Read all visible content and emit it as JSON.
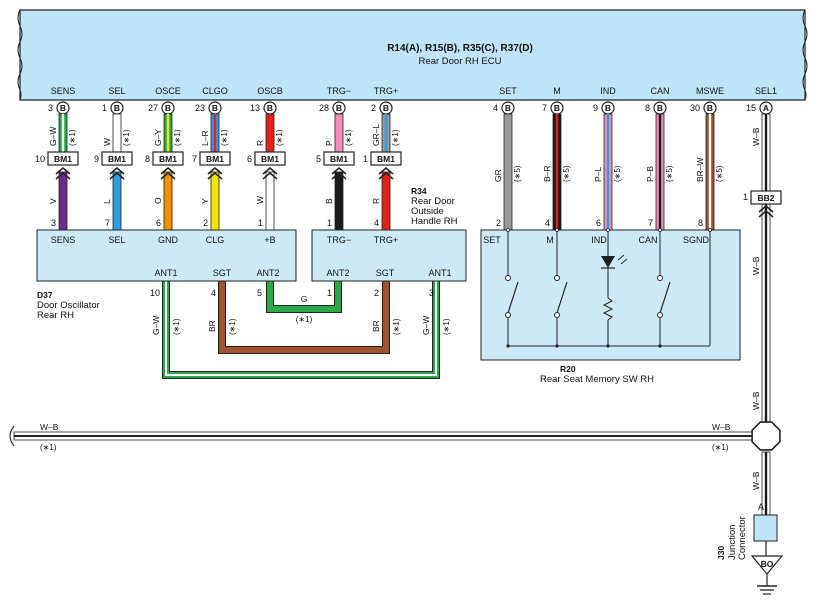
{
  "ecu": {
    "codes": "R14(A), R15(B), R35(C), R37(D)",
    "name": "Rear Door RH ECU",
    "terminals": [
      {
        "id": "sens",
        "label": "SENS",
        "pin": "3",
        "conn": "B"
      },
      {
        "id": "sel",
        "label": "SEL",
        "pin": "1",
        "conn": "B"
      },
      {
        "id": "osce",
        "label": "OSCE",
        "pin": "27",
        "conn": "B"
      },
      {
        "id": "clgo",
        "label": "CLGO",
        "pin": "23",
        "conn": "B"
      },
      {
        "id": "oscb",
        "label": "OSCB",
        "pin": "13",
        "conn": "B"
      },
      {
        "id": "trgm",
        "label": "TRG−",
        "pin": "28",
        "conn": "B"
      },
      {
        "id": "trgp",
        "label": "TRG+",
        "pin": "2",
        "conn": "B"
      },
      {
        "id": "set",
        "label": "SET",
        "pin": "4",
        "conn": "B"
      },
      {
        "id": "m",
        "label": "M",
        "pin": "7",
        "conn": "B"
      },
      {
        "id": "ind",
        "label": "IND",
        "pin": "9",
        "conn": "B"
      },
      {
        "id": "can",
        "label": "CAN",
        "pin": "8",
        "conn": "B"
      },
      {
        "id": "mswe",
        "label": "MSWE",
        "pin": "30",
        "conn": "B"
      },
      {
        "id": "sel1",
        "label": "SEL1",
        "pin": "15",
        "conn": "A"
      }
    ]
  },
  "upper_wires": [
    {
      "id": "sens",
      "color": "G–W",
      "note": "(∗1)"
    },
    {
      "id": "sel",
      "color": "W",
      "note": "(∗1)"
    },
    {
      "id": "osce",
      "color": "G–Y",
      "note": "(∗1)"
    },
    {
      "id": "clgo",
      "color": "L–R",
      "note": "(∗1)"
    },
    {
      "id": "oscb",
      "color": "R",
      "note": "(∗1)"
    },
    {
      "id": "trgm",
      "color": "P",
      "note": "(∗1)"
    },
    {
      "id": "trgp",
      "color": "GR–L",
      "note": "(∗1)"
    },
    {
      "id": "set",
      "color": "GR",
      "note": "(∗5)"
    },
    {
      "id": "m",
      "color": "B–R",
      "note": "(∗5)"
    },
    {
      "id": "ind",
      "color": "P–L",
      "note": "(∗5)"
    },
    {
      "id": "can",
      "color": "P–B",
      "note": "(∗5)"
    },
    {
      "id": "mswe",
      "color": "BR–W",
      "note": "(∗5)"
    },
    {
      "id": "sel1",
      "color": "W–B",
      "note": ""
    }
  ],
  "bm1": {
    "label": "BM1",
    "pins": [
      {
        "id": "sens",
        "pin": "10"
      },
      {
        "id": "sel",
        "pin": "9"
      },
      {
        "id": "osce",
        "pin": "8"
      },
      {
        "id": "clgo",
        "pin": "7"
      },
      {
        "id": "oscb",
        "pin": "6"
      },
      {
        "id": "trgm",
        "pin": "5"
      },
      {
        "id": "trgp",
        "pin": "1"
      }
    ]
  },
  "lower_wires": [
    {
      "id": "sens",
      "color": "V",
      "pin": "3"
    },
    {
      "id": "sel",
      "color": "L",
      "pin": "7"
    },
    {
      "id": "osce",
      "color": "O",
      "pin": "6"
    },
    {
      "id": "clgo",
      "color": "Y",
      "pin": "2"
    },
    {
      "id": "oscb",
      "color": "W",
      "pin": "1"
    },
    {
      "id": "trgm",
      "color": "B",
      "pin": "1"
    },
    {
      "id": "trgp",
      "color": "R",
      "pin": "4"
    }
  ],
  "bb2": {
    "label": "BB2",
    "pin": "1",
    "color_below": "W–B"
  },
  "d37": {
    "code": "D37",
    "name1": "Door Oscillator",
    "name2": "Rear RH",
    "top_terms": [
      "SENS",
      "SEL",
      "GND",
      "CLG",
      "+B"
    ],
    "bottom_terms": [
      "ANT1",
      "SGT",
      "ANT2"
    ],
    "bottom_pins": [
      "10",
      "4",
      "5"
    ]
  },
  "r34": {
    "code": "R34",
    "name1": "Rear Door",
    "name2": "Outside",
    "name3": "Handle RH",
    "top_terms": [
      "TRG−",
      "TRG+"
    ],
    "bottom_terms": [
      "ANT2",
      "SGT",
      "ANT1"
    ],
    "bottom_pins": [
      "1",
      "2",
      "3"
    ]
  },
  "r20": {
    "code": "R20",
    "name": "Rear Seat Memory SW RH",
    "terms": [
      "SET",
      "M",
      "IND",
      "CAN",
      "SGND"
    ],
    "pins": [
      "2",
      "4",
      "6",
      "7",
      "8"
    ]
  },
  "antenna_wires": {
    "gw_left": "G–W",
    "br_left": "BR",
    "g_mid": "G",
    "br_right": "BR",
    "gw_right": "G–W",
    "note": "(∗1)"
  },
  "bus": {
    "left_color": "W–B",
    "right_color": "W–B",
    "note": "(∗1)",
    "vert_color": "W–B",
    "vert_color2": "W–B"
  },
  "j30": {
    "code": "J30",
    "name1": "Junction",
    "name2": "Connector",
    "pin": "A",
    "ground": "BO"
  },
  "colors": {
    "ecu_fill": "#bfe3f7",
    "box_fill": "#cde9f8",
    "green": "#2aa84a",
    "white": "#ffffff",
    "yellow": "#f5e400",
    "blue": "#2a9fe0",
    "red": "#e2231a",
    "pink": "#f48cb8",
    "gray": "#9a9a9a",
    "violet": "#6a2d8f",
    "orange": "#f39200",
    "black": "#1a1a1a",
    "brown": "#a0522d"
  }
}
